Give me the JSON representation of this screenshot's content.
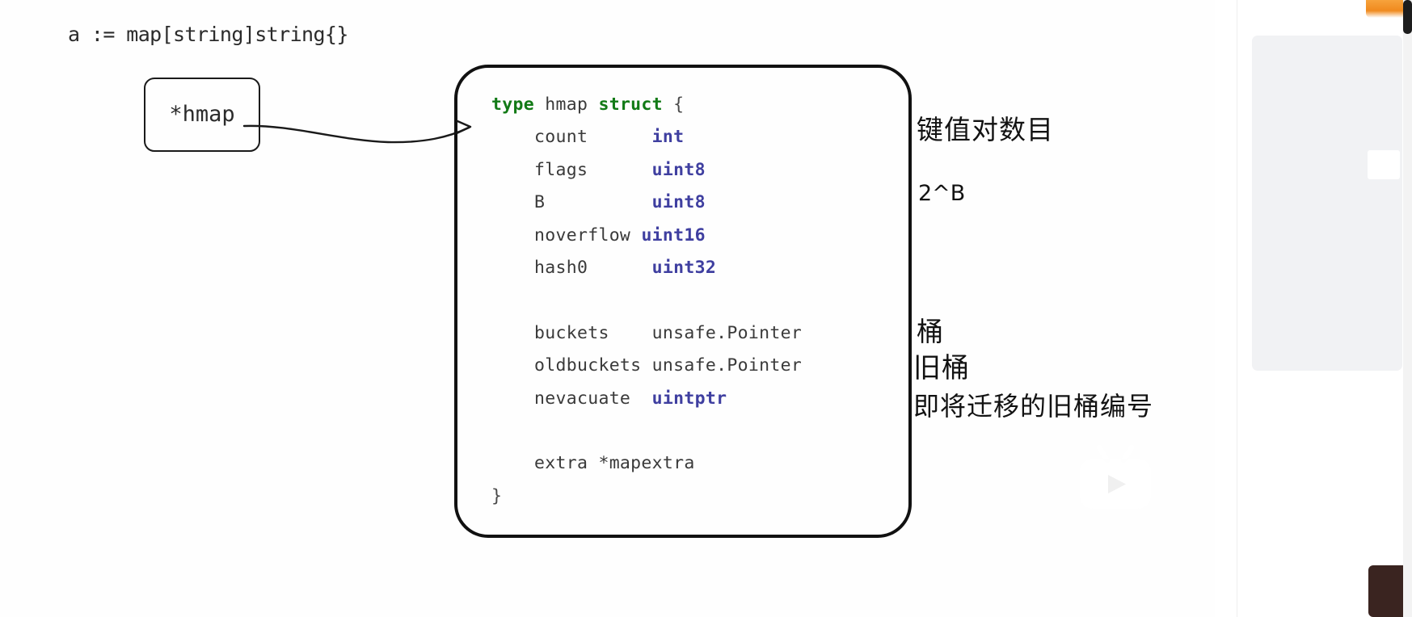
{
  "declaration": {
    "text": "a := map[string]string{}"
  },
  "pointer_box": {
    "label": "*hmap"
  },
  "struct_code": {
    "title": "type hmap struct {",
    "lines": [
      {
        "indent": 0,
        "tokens": [
          {
            "t": "type",
            "c": "kw"
          },
          {
            "t": " hmap ",
            "c": "id"
          },
          {
            "t": "struct",
            "c": "kw"
          },
          {
            "t": " {",
            "c": "pl"
          }
        ]
      },
      {
        "indent": 1,
        "tokens": [
          {
            "t": "count      ",
            "c": "id"
          },
          {
            "t": "int",
            "c": "typ"
          }
        ]
      },
      {
        "indent": 1,
        "tokens": [
          {
            "t": "flags      ",
            "c": "id"
          },
          {
            "t": "uint8",
            "c": "typ"
          }
        ]
      },
      {
        "indent": 1,
        "tokens": [
          {
            "t": "B          ",
            "c": "id"
          },
          {
            "t": "uint8",
            "c": "typ"
          }
        ]
      },
      {
        "indent": 1,
        "tokens": [
          {
            "t": "noverflow ",
            "c": "id"
          },
          {
            "t": "uint16",
            "c": "typ"
          }
        ]
      },
      {
        "indent": 1,
        "tokens": [
          {
            "t": "hash0      ",
            "c": "id"
          },
          {
            "t": "uint32",
            "c": "typ"
          }
        ]
      },
      {
        "indent": 0,
        "tokens": [
          {
            "t": " ",
            "c": "id"
          }
        ]
      },
      {
        "indent": 1,
        "tokens": [
          {
            "t": "buckets    unsafe.Pointer",
            "c": "id"
          }
        ]
      },
      {
        "indent": 1,
        "tokens": [
          {
            "t": "oldbuckets unsafe.Pointer",
            "c": "id"
          }
        ]
      },
      {
        "indent": 1,
        "tokens": [
          {
            "t": "nevacuate  ",
            "c": "id"
          },
          {
            "t": "uintptr",
            "c": "typ"
          }
        ]
      },
      {
        "indent": 0,
        "tokens": [
          {
            "t": " ",
            "c": "id"
          }
        ]
      },
      {
        "indent": 1,
        "tokens": [
          {
            "t": "extra *mapextra",
            "c": "id"
          }
        ]
      },
      {
        "indent": 0,
        "tokens": [
          {
            "t": "}",
            "c": "pl"
          }
        ]
      }
    ],
    "fields": [
      {
        "name": "count",
        "type": "int"
      },
      {
        "name": "flags",
        "type": "uint8"
      },
      {
        "name": "B",
        "type": "uint8"
      },
      {
        "name": "noverflow",
        "type": "uint16"
      },
      {
        "name": "hash0",
        "type": "uint32"
      },
      {
        "name": "buckets",
        "type": "unsafe.Pointer"
      },
      {
        "name": "oldbuckets",
        "type": "unsafe.Pointer"
      },
      {
        "name": "nevacuate",
        "type": "uintptr"
      },
      {
        "name": "extra",
        "type": "*mapextra"
      }
    ],
    "closing_brace": "}"
  },
  "annotations": {
    "count": "键值对数目",
    "b": "2^B",
    "buckets": "桶",
    "oldbuckets": "旧桶",
    "nevacuate": "即将迁移的旧桶编号"
  },
  "colors": {
    "keyword_green": "#127a16",
    "type_blue": "#3f3fa0",
    "identifier_gray": "#3a3a3a",
    "ink_black": "#111111",
    "panel_gray": "#f1f2f4",
    "accent_orange": "#f08a1e"
  }
}
